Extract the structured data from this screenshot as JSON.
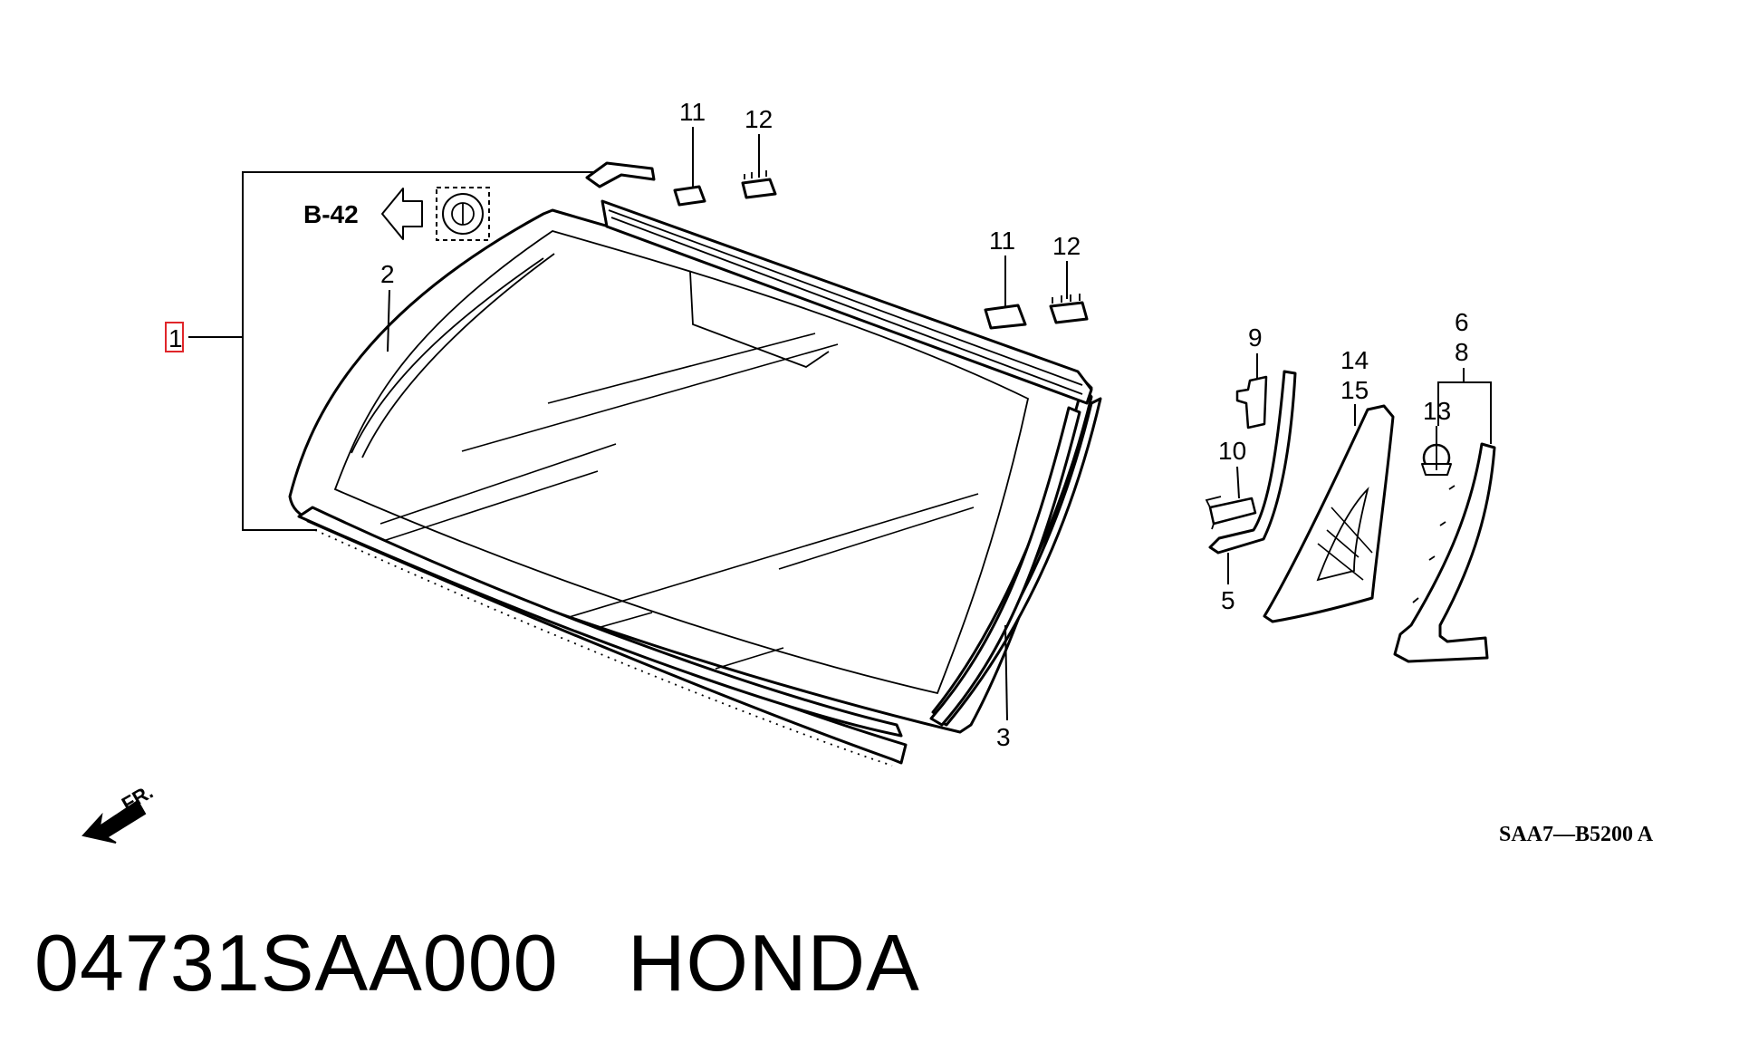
{
  "diagram": {
    "callouts": {
      "c1": "1",
      "c2": "2",
      "c3": "3",
      "c5": "5",
      "c6": "6",
      "c8": "8",
      "c9": "9",
      "c10": "10",
      "c11a": "11",
      "c12a": "12",
      "c11b": "11",
      "c12b": "12",
      "c13": "13",
      "c14": "14",
      "c15": "15"
    },
    "reference_label": "B-42",
    "direction_label": "FR.",
    "drawing_code": "SAA7―B5200 A",
    "highlight_color": "#e0262a"
  },
  "caption": {
    "part_number": "04731SAA000",
    "brand": "HONDA"
  }
}
